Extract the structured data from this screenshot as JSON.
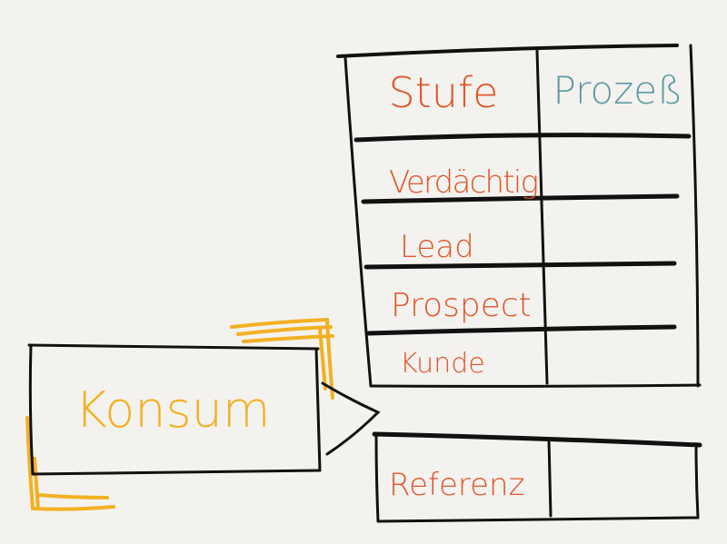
{
  "colors": {
    "background": "#f3f2ee",
    "ink": "#1a1a1a",
    "stage_text": "#e0552a",
    "process_text": "#5e9aa4",
    "konsum": "#f2b123"
  },
  "table": {
    "header": {
      "stage": "Stufe",
      "process": "Prozeß"
    },
    "rows": [
      {
        "stage": "Verdächtig",
        "process": ""
      },
      {
        "stage": "Lead",
        "process": ""
      },
      {
        "stage": "Prospect",
        "process": ""
      },
      {
        "stage": "Kunde",
        "process": ""
      }
    ]
  },
  "reference_row": {
    "stage": "Referenz",
    "process": ""
  },
  "konsum_box": {
    "label": "Konsum"
  }
}
